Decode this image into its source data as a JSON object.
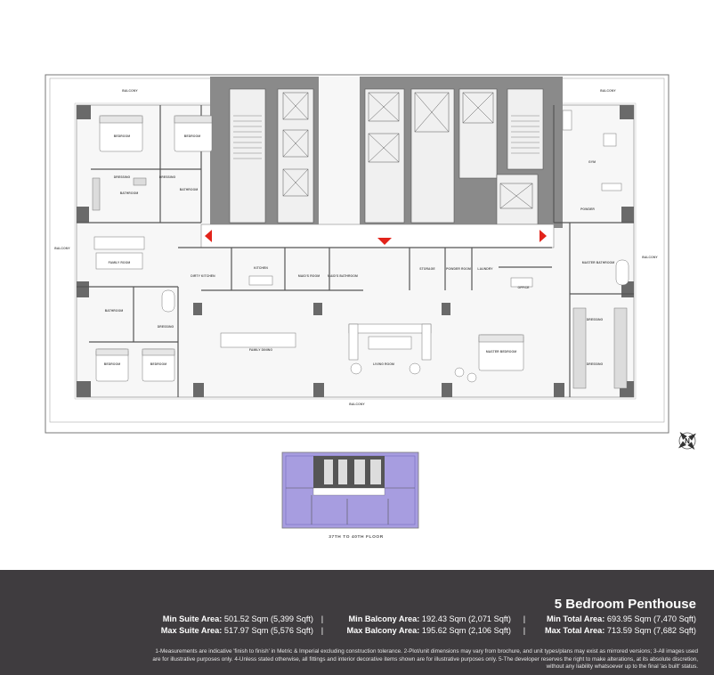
{
  "title": "5 Bedroom Penthouse",
  "floor_label": "37TH TO 40TH FLOOR",
  "compass": "N",
  "areas": {
    "min_suite": {
      "label": "Min Suite Area:",
      "value": "501.52 Sqm (5,399 Sqft)"
    },
    "max_suite": {
      "label": "Max Suite Area:",
      "value": "517.97 Sqm (5,576 Sqft)"
    },
    "min_balcony": {
      "label": "Min Balcony Area:",
      "value": "192.43 Sqm (2,071 Sqft)"
    },
    "max_balcony": {
      "label": "Max Balcony Area:",
      "value": "195.62 Sqm (2,106 Sqft)"
    },
    "min_total": {
      "label": "Min Total Area:",
      "value": "693.95 Sqm (7,470 Sqft)"
    },
    "max_total": {
      "label": "Max Total Area:",
      "value": "713.59 Sqm (7,682 Sqft)"
    },
    "separator": "|"
  },
  "notes": [
    "1-Measurements are indicative 'finish to finish' in Metric & Imperial excluding construction tolerance. 2-Plot/unit dimensions may vary from brochure, and unit types/plans may exist as mirrored versions; 3-All images used",
    "are for illustrative purposes only. 4-Unless stated otherwise, all fittings and interior decorative items shown are for illustrative purposes only. 5-The developer reserves the right to make alterations, at its absolute discretion,",
    "without any liability whatsoever up to the final 'as built' status."
  ],
  "rooms": {
    "balcony": "BALCONY",
    "bedroom": "BEDROOM",
    "bathroom": "BATHROOM",
    "dressing": "DRESSING",
    "family_room": "FAMILY ROOM",
    "dirty_kitchen": "DIRTY KITCHEN",
    "kitchen": "KITCHEN",
    "family_dining": "FAMILY DINING",
    "maids_room": "MAID'S ROOM",
    "maids_bathroom": "MAID'S BATHROOM",
    "storage": "STORAGE",
    "powder_room": "POWDER ROOM",
    "laundry": "LAUNDRY",
    "office": "OFFICE",
    "living_room": "LIVING ROOM",
    "master_bedroom": "MASTER BEDROOM",
    "master_bathroom": "MASTER BATHROOM",
    "gym": "GYM",
    "powder": "POWDER"
  },
  "colors": {
    "footer_bg": "#3f3c3f",
    "core": "#888888",
    "arrow": "#e2231a",
    "keyplan_highlight": "#a79de0"
  }
}
